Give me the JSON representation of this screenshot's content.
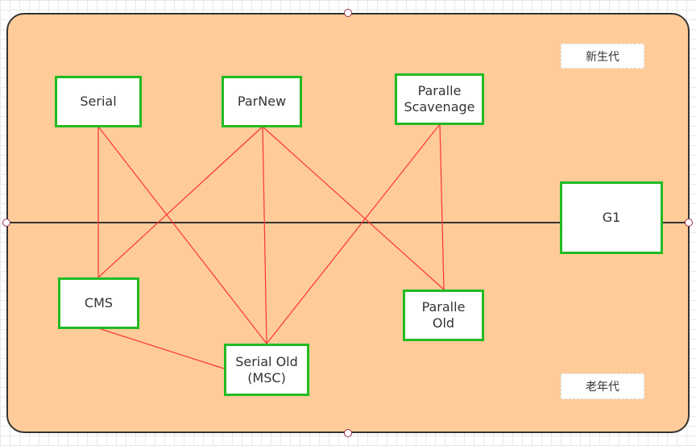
{
  "colors": {
    "panel_fill": "#ffcc99",
    "panel_border": "#333333",
    "node_border": "#22bb22",
    "edge": "#ff3333",
    "divider": "#333333"
  },
  "labels": {
    "young_generation": "新生代",
    "old_generation": "老年代"
  },
  "nodes": {
    "serial": "Serial",
    "parnew": "ParNew",
    "parallel_scavenge": "Paralle\nScavenage",
    "g1": "G1",
    "cms": "CMS",
    "serial_old": "Serial Old\n(MSC)",
    "parallel_old": "Paralle\nOld"
  },
  "edges": [
    [
      "serial",
      "cms"
    ],
    [
      "serial",
      "serial_old"
    ],
    [
      "parnew",
      "cms"
    ],
    [
      "parnew",
      "serial_old"
    ],
    [
      "parnew",
      "parallel_old"
    ],
    [
      "parallel_scavenge",
      "serial_old"
    ],
    [
      "parallel_scavenge",
      "parallel_old"
    ],
    [
      "cms",
      "serial_old"
    ]
  ]
}
